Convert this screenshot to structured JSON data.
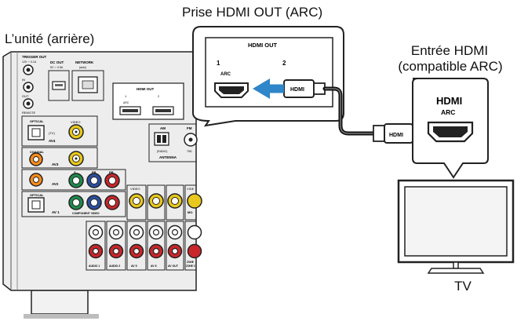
{
  "labels": {
    "callout_title": "Prise HDMI OUT (ARC)",
    "unit_title": "L’unité  (arrière)",
    "tv_input_line1": "Entrée HDMI",
    "tv_input_line2": "(compatible ARC)",
    "tv_label": "TV"
  },
  "callout_panel": {
    "heading": "HDMI OUT",
    "port1_number": "1",
    "port1_tag": "ARC",
    "port2_number": "2",
    "plug_text": "HDMI"
  },
  "tv_jack": {
    "title": "HDMI",
    "subtitle": "ARC",
    "plug_text": "HDMI"
  },
  "receiver_panel": {
    "trigger_out": "TRIGGER OUT",
    "trigger_spec": "12V ⎓ 0.1A",
    "in_label": "IN",
    "out_label": "OUT",
    "remote_label": "REMOTE",
    "dc_out": "DC OUT",
    "dc_spec": "5V ⎓ 0.5A",
    "network": "NETWORK",
    "network_sub": "(auto)",
    "hdmi_out": "HDMI OUT",
    "port1": "1",
    "port1_tag": "ARC",
    "port2": "2",
    "optical": "OPTICAL",
    "tv": "(TV)",
    "av4": "AV4",
    "video": "VIDEO",
    "coaxial": "COAXIAL",
    "av3": "AV3",
    "av2": "AV2",
    "y": "Y",
    "pb": "PB",
    "pr": "PR",
    "optical2": "OPTICAL",
    "av1": "AV 1",
    "component_video": "COMPONENT VIDEO",
    "am": "AM",
    "fm": "FM",
    "radio": "(RADIO)",
    "ohm": "75Ω",
    "antenna": "ANTENNA",
    "video2": "VIDEO",
    "video3": "VIDE",
    "monitor": "MO",
    "audio1": "AUDIO 1",
    "audio2": "AUDIO 2",
    "av5": "AV 5",
    "av6": "AV 6",
    "av_out": "AV OUT",
    "zone2": "ZONE",
    "zone_out": "ZONE 2"
  },
  "colors": {
    "arrow_blue": "#2f86c8",
    "receiver_body": "#ececec",
    "receiver_outline": "#222222",
    "cable": "#111111",
    "green_jack": "#1f8a4c",
    "blue_jack": "#2a4fa0",
    "red_jack": "#c8262b",
    "yellow_jack": "#e8c81c"
  }
}
